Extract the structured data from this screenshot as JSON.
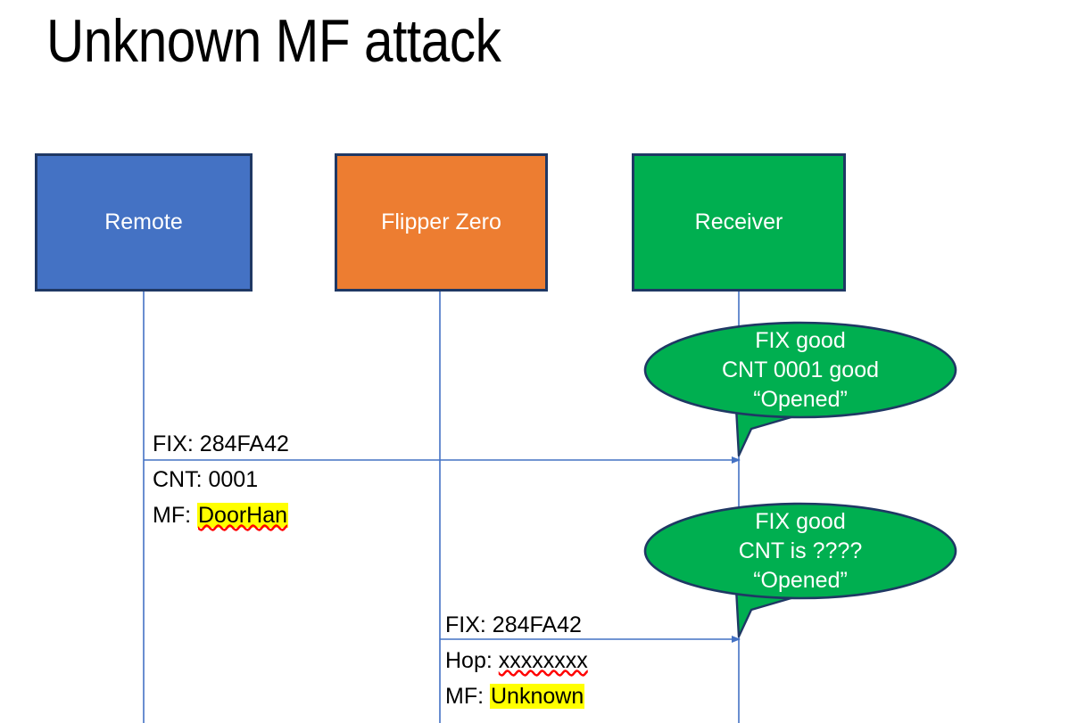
{
  "slide": {
    "title": "Unknown MF attack",
    "background": "#ffffff"
  },
  "colors": {
    "remote_fill": "#4472C4",
    "flipper_fill": "#ED7D31",
    "receiver_fill": "#00AF50",
    "box_border": "#1F3864",
    "callout_fill": "#00AF50",
    "callout_border": "#1F3864",
    "lifeline": "#4472C4",
    "arrow": "#4472C4",
    "highlight": "#FFFF00",
    "spellcheck_underline": "#FF0000",
    "text_dark": "#000000",
    "text_light": "#ffffff"
  },
  "actors": [
    {
      "id": "remote",
      "label": "Remote"
    },
    {
      "id": "flipper",
      "label": "Flipper Zero"
    },
    {
      "id": "receiver",
      "label": "Receiver"
    }
  ],
  "messages": [
    {
      "id": "msg-1",
      "from": "remote",
      "to": "receiver",
      "lines": [
        {
          "prefix": "FIX: ",
          "value": "284FA42",
          "highlight": false,
          "spellcheck": false
        },
        {
          "prefix": "CNT: ",
          "value": "0001",
          "highlight": false,
          "spellcheck": false
        },
        {
          "prefix": "MF: ",
          "value": "DoorHan",
          "highlight": true,
          "spellcheck": true
        }
      ]
    },
    {
      "id": "msg-2",
      "from": "flipper",
      "to": "receiver",
      "lines": [
        {
          "prefix": "FIX: ",
          "value": "284FA42",
          "highlight": false,
          "spellcheck": false
        },
        {
          "prefix": "Hop: ",
          "value": "xxxxxxxx",
          "highlight": false,
          "spellcheck": true
        },
        {
          "prefix": "MF: ",
          "value": "Unknown",
          "highlight": true,
          "spellcheck": false
        }
      ]
    }
  ],
  "callouts": [
    {
      "id": "callout-1",
      "attached_to": "receiver",
      "lines": [
        "FIX good",
        "CNT 0001 good",
        "“Opened”"
      ]
    },
    {
      "id": "callout-2",
      "attached_to": "receiver",
      "lines": [
        "FIX good",
        "CNT is ????",
        "“Opened”"
      ]
    }
  ]
}
